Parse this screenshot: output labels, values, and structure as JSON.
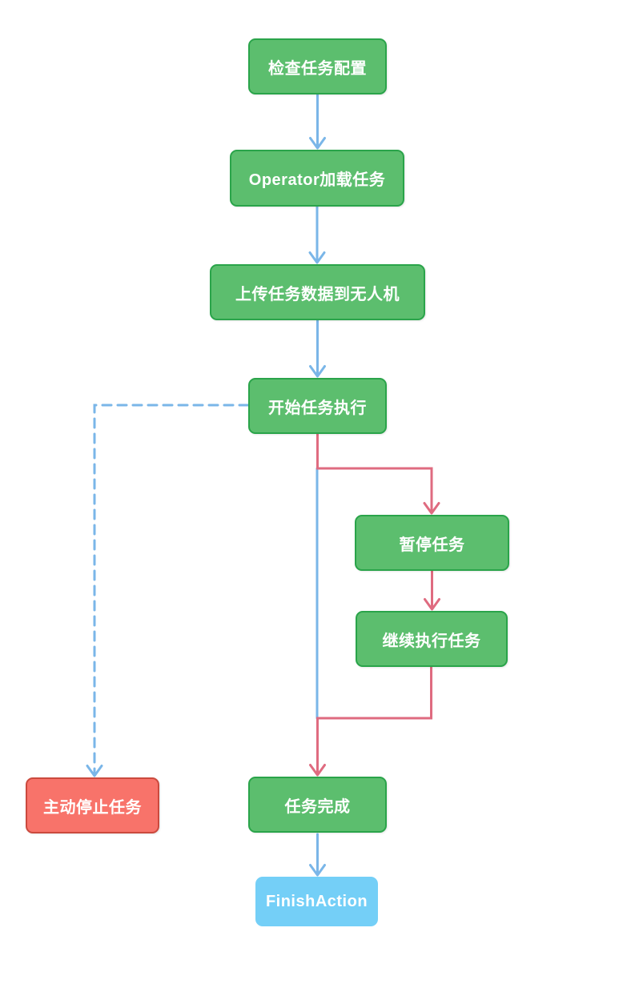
{
  "diagram": {
    "type": "flowchart",
    "nodes": [
      {
        "id": "check_task_config",
        "label": "检查任务配置",
        "kind": "process",
        "color": "green"
      },
      {
        "id": "operator_load_task",
        "label": "Operator加载任务",
        "kind": "process",
        "color": "green"
      },
      {
        "id": "upload_task_data",
        "label": "上传任务数据到无人机",
        "kind": "process",
        "color": "green"
      },
      {
        "id": "start_task_execution",
        "label": "开始任务执行",
        "kind": "process",
        "color": "green"
      },
      {
        "id": "pause_task",
        "label": "暂停任务",
        "kind": "process",
        "color": "green"
      },
      {
        "id": "resume_task",
        "label": "继续执行任务",
        "kind": "process",
        "color": "green"
      },
      {
        "id": "stop_task_manually",
        "label": "主动停止任务",
        "kind": "stop",
        "color": "red"
      },
      {
        "id": "task_complete",
        "label": "任务完成",
        "kind": "process",
        "color": "green"
      },
      {
        "id": "finish_action",
        "label": "FinishAction",
        "kind": "terminal",
        "color": "blue"
      }
    ],
    "edges": [
      {
        "from": "check_task_config",
        "to": "operator_load_task",
        "color": "blue",
        "style": "solid"
      },
      {
        "from": "operator_load_task",
        "to": "upload_task_data",
        "color": "blue",
        "style": "solid"
      },
      {
        "from": "upload_task_data",
        "to": "start_task_execution",
        "color": "blue",
        "style": "solid"
      },
      {
        "from": "start_task_execution",
        "to": "stop_task_manually",
        "color": "blue",
        "style": "dashed"
      },
      {
        "from": "start_task_execution",
        "to": "pause_task",
        "color": "red",
        "style": "solid"
      },
      {
        "from": "pause_task",
        "to": "resume_task",
        "color": "red",
        "style": "solid"
      },
      {
        "from": "resume_task",
        "to": "task_complete",
        "color": "red",
        "style": "solid"
      },
      {
        "from": "start_task_execution",
        "to": "task_complete",
        "color": "blue",
        "style": "solid"
      },
      {
        "from": "task_complete",
        "to": "finish_action",
        "color": "blue",
        "style": "solid"
      }
    ],
    "palette": {
      "node_green_fill": "#5cbe6e",
      "node_green_border": "#2aa44a",
      "node_red_fill": "#f8736a",
      "node_red_border": "#cb4a3e",
      "node_blue_fill": "#74cff7",
      "arrow_blue": "#7ab6e8",
      "arrow_red": "#df6b80",
      "text_color": "#ffffff",
      "background": "#ffffff"
    }
  }
}
